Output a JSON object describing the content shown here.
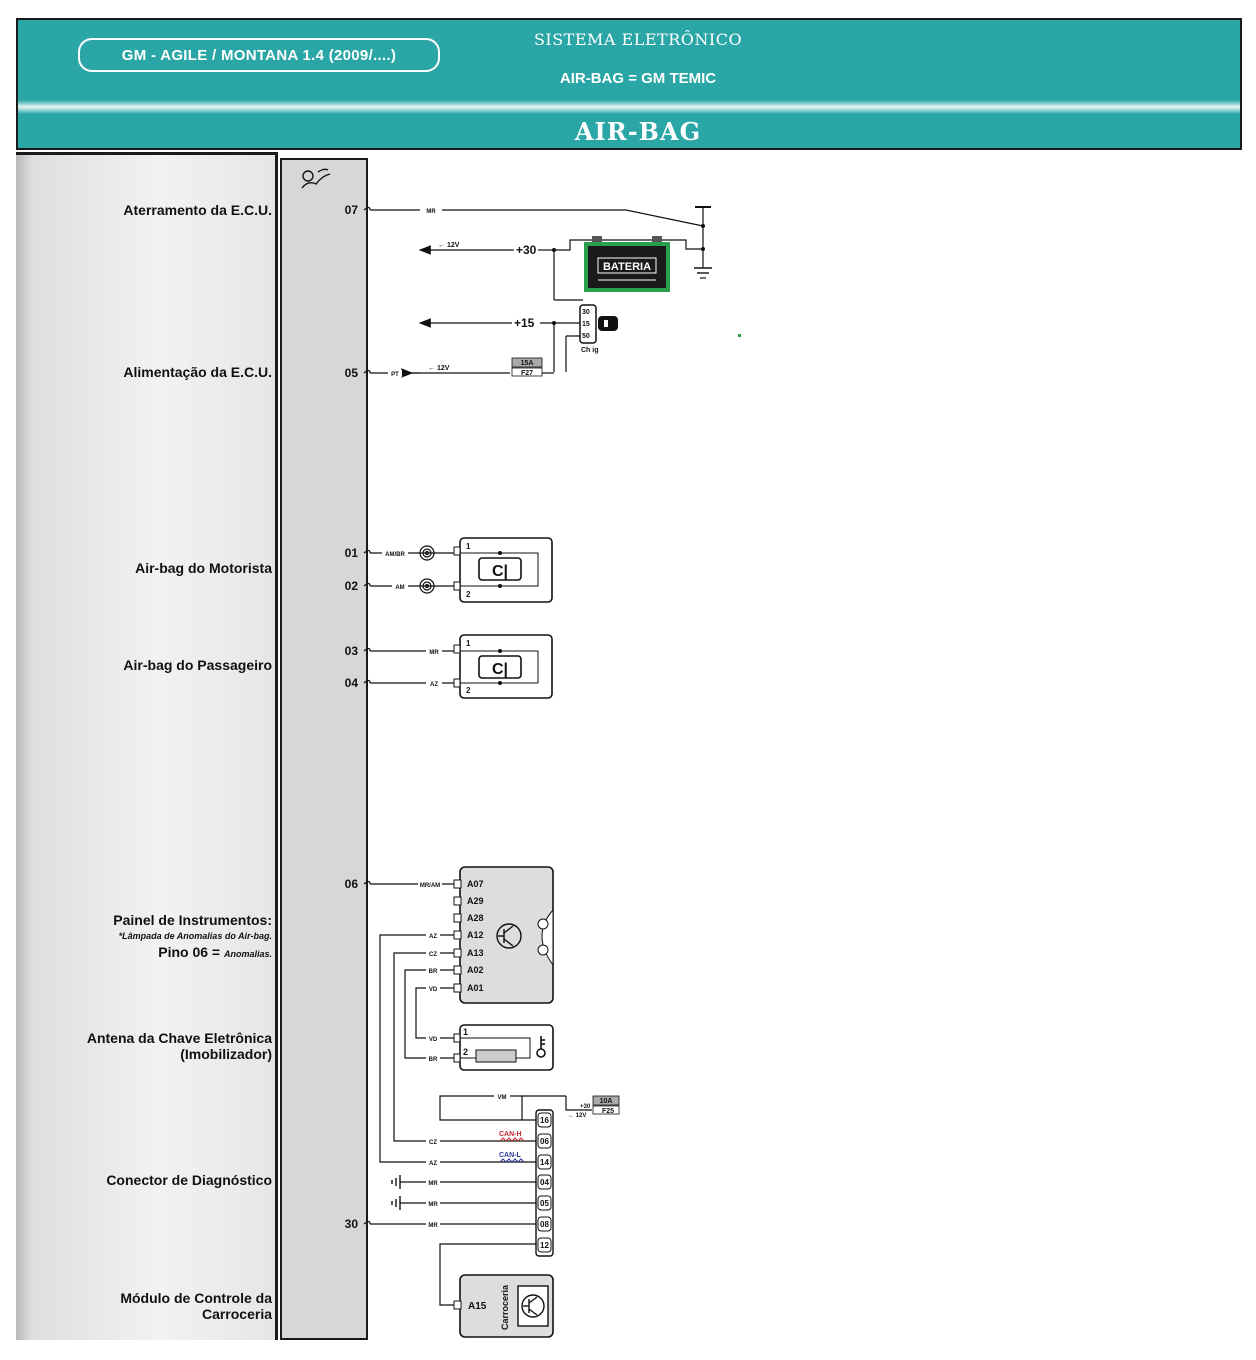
{
  "header": {
    "model": "GM - AGILE / MONTANA 1.4 (2009/....)",
    "system_title": "SISTEMA ELETRÔNICO",
    "system_subtitle": "AIR-BAG = GM TEMIC",
    "title": "AIR-BAG"
  },
  "labels": {
    "ground": "Aterramento da E.C.U.",
    "power": "Alimentação da E.C.U.",
    "driver_airbag": "Air-bag do Motorista",
    "passenger_airbag": "Air-bag do Passageiro",
    "cluster_line1": "Painel de Instrumentos:",
    "cluster_line2": "*Lâmpada de Anomalias do Air-bag.",
    "cluster_line3a": "Pino 06 = ",
    "cluster_line3b": "Anomalias.",
    "antenna_line1": "Antena da Chave Eletrônica",
    "antenna_line2": "(Imobilizador)",
    "diag": "Conector de Diagnóstico",
    "bcm_line1": "Módulo de Controle da",
    "bcm_line2": "Carroceria"
  },
  "ecu_pins": [
    "07",
    "05",
    "01",
    "02",
    "03",
    "04",
    "06",
    "30"
  ],
  "power": {
    "plus30": "+30",
    "plus15": "+15",
    "v12": "12V",
    "battery": "BATERIA",
    "ignition": "Ch ig",
    "ign_pins": [
      "30",
      "15",
      "50"
    ],
    "fuse_f27_amp": "15A",
    "fuse_f27_id": "F27",
    "fuse_f25_amp": "10A",
    "fuse_f25_id": "F25",
    "f25_plus30": "+30"
  },
  "wires": {
    "w07": "MR",
    "w05": "PT",
    "w01": "AM/BR",
    "w02": "AM",
    "w03": "MR",
    "w04": "AZ",
    "w06": "MR/AM",
    "az": "AZ",
    "cz": "CZ",
    "br": "BR",
    "vd": "VD",
    "vm": "VM",
    "mr": "MR",
    "can_h": "CAN-H",
    "can_l": "CAN-L"
  },
  "module_pins": {
    "airbag": [
      "1",
      "2"
    ],
    "cluster": [
      "A07",
      "A29",
      "A28",
      "A12",
      "A13",
      "A02",
      "A01"
    ],
    "antenna": [
      "1",
      "2"
    ],
    "diag": [
      "16",
      "06",
      "14",
      "04",
      "05",
      "08",
      "12"
    ],
    "bcm": "A15",
    "bcm_text": "Carroceria"
  }
}
